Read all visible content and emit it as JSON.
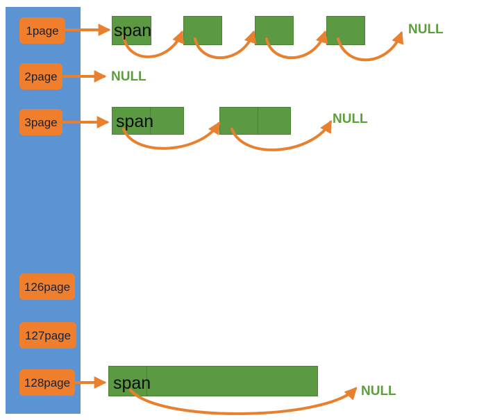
{
  "page_labels": {
    "p1": "1page",
    "p2": "2page",
    "p3": "3page",
    "p126": "126page",
    "p127": "127page",
    "p128": "128page"
  },
  "span_label": "span",
  "null_label": "NULL",
  "colors": {
    "bar": "#5b93d3",
    "page_box": "#ef7f2c",
    "span_box": "#5b9a43",
    "arrow": "#e8812f",
    "null_text": "#5a9f3a"
  }
}
